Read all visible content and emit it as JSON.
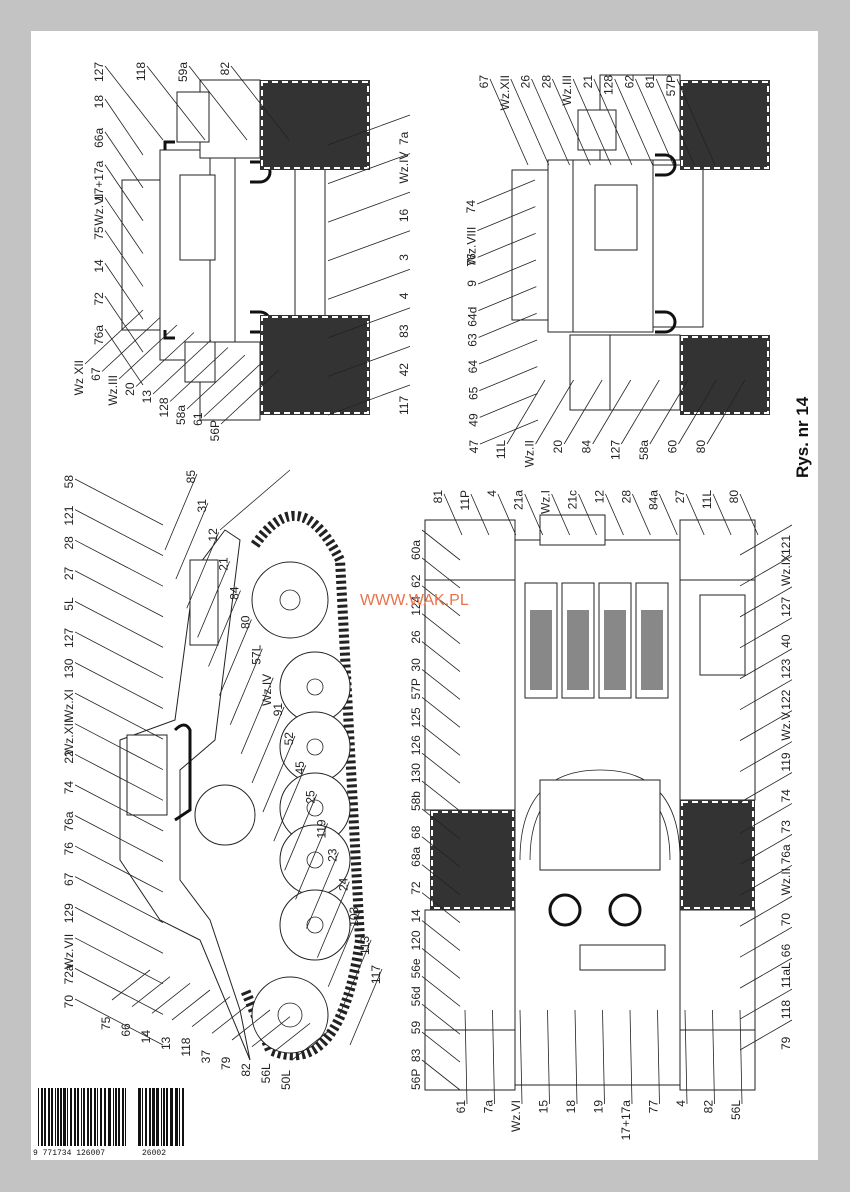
{
  "title": "Rys. nr 14",
  "watermark": "WWW.WAK.PL",
  "barcode": {
    "main": "9 771734 126007",
    "supplement": "26002"
  },
  "views": {
    "front_view": {
      "labels": [
        "127",
        "118",
        "59a",
        "82",
        "18",
        "66a",
        "17+17a",
        "Wz.VI",
        "75",
        "14",
        "72",
        "76a",
        "Wz XII",
        "67",
        "Wz.III",
        "20",
        "13",
        "128",
        "58a",
        "61",
        "56P",
        "7a",
        "Wz.IV",
        "16",
        "3",
        "4",
        "83",
        "42",
        "117"
      ]
    },
    "rear_view": {
      "labels": [
        "67",
        "Wz.XII",
        "26",
        "28",
        "Wz.III",
        "21",
        "128",
        "62",
        "81",
        "57P",
        "74",
        "Wz.VIII",
        "76",
        "9",
        "64d",
        "63",
        "64",
        "65",
        "49",
        "47",
        "11L",
        "Wz.II",
        "20",
        "84",
        "127",
        "58a",
        "60",
        "80"
      ]
    },
    "side_view": {
      "labels": [
        "58",
        "121",
        "28",
        "27",
        "5L",
        "127",
        "130",
        "Wz.XI",
        "Wz.XII",
        "22",
        "74",
        "76a",
        "76",
        "67",
        "129",
        "Wz.VII",
        "72a",
        "70",
        "75",
        "66",
        "14",
        "13",
        "118",
        "37",
        "79",
        "82",
        "56L",
        "50L",
        "85",
        "31",
        "12",
        "21",
        "84",
        "80",
        "57L",
        "Wz.IV",
        "91",
        "52",
        "45",
        "25",
        "119",
        "23",
        "24",
        "103",
        "113",
        "117"
      ]
    },
    "top_view": {
      "labels_top": [
        "81",
        "11P",
        "4",
        "21a",
        "Wz.I",
        "21c",
        "12",
        "28",
        "84a",
        "27",
        "11L",
        "80"
      ],
      "labels_left": [
        "60a",
        "62",
        "124",
        "26",
        "30",
        "57P",
        "125",
        "126",
        "130",
        "58b",
        "68",
        "68a",
        "72",
        "14",
        "120",
        "56e",
        "56d",
        "59",
        "83",
        "56P"
      ],
      "labels_bottom": [
        "61",
        "7a",
        "Wz.VI",
        "15",
        "18",
        "19",
        "17+17a",
        "77",
        "4",
        "82",
        "56L"
      ],
      "labels_right": [
        "121",
        "Wz.IX",
        "127",
        "40",
        "123",
        "122",
        "Wz.V",
        "119",
        "74",
        "73",
        "76a",
        "Wz.II",
        "70",
        "66",
        "11aL",
        "118",
        "79"
      ]
    }
  }
}
